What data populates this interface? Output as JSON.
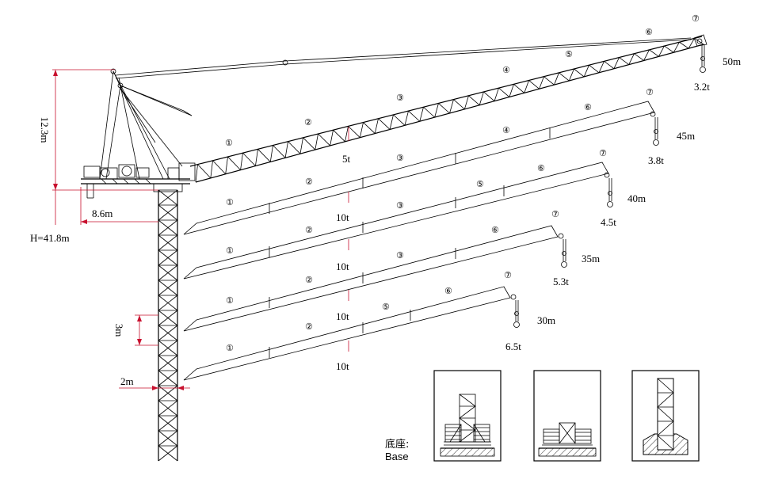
{
  "colors": {
    "line": "#000000",
    "dimension": "#c8102e",
    "hatch": "#000000"
  },
  "dimensions": {
    "top_height": "12.3m",
    "total_height": "H=41.8m",
    "counter_jib": "8.6m",
    "mast_section": "3m",
    "mast_width": "2m"
  },
  "jibs": [
    {
      "radius": "50m",
      "tip_load": "3.2t",
      "max_load": "5t",
      "sections": [
        "①",
        "②",
        "③",
        "④",
        "⑤",
        "⑥",
        "⑦"
      ]
    },
    {
      "radius": "45m",
      "tip_load": "3.8t",
      "max_load": "10t",
      "sections": [
        "①",
        "②",
        "③",
        "④",
        "⑥",
        "⑦"
      ]
    },
    {
      "radius": "40m",
      "tip_load": "4.5t",
      "max_load": "10t",
      "sections": [
        "①",
        "②",
        "③",
        "⑤",
        "⑥",
        "⑦"
      ]
    },
    {
      "radius": "35m",
      "tip_load": "5.3t",
      "max_load": "10t",
      "sections": [
        "①",
        "②",
        "③",
        "⑥",
        "⑦"
      ]
    },
    {
      "radius": "30m",
      "tip_load": "6.5t",
      "max_load": "10t",
      "sections": [
        "①",
        "②",
        "⑤",
        "⑥",
        "⑦"
      ]
    }
  ],
  "base": {
    "label_cn": "底座:",
    "label_en": "Base"
  }
}
